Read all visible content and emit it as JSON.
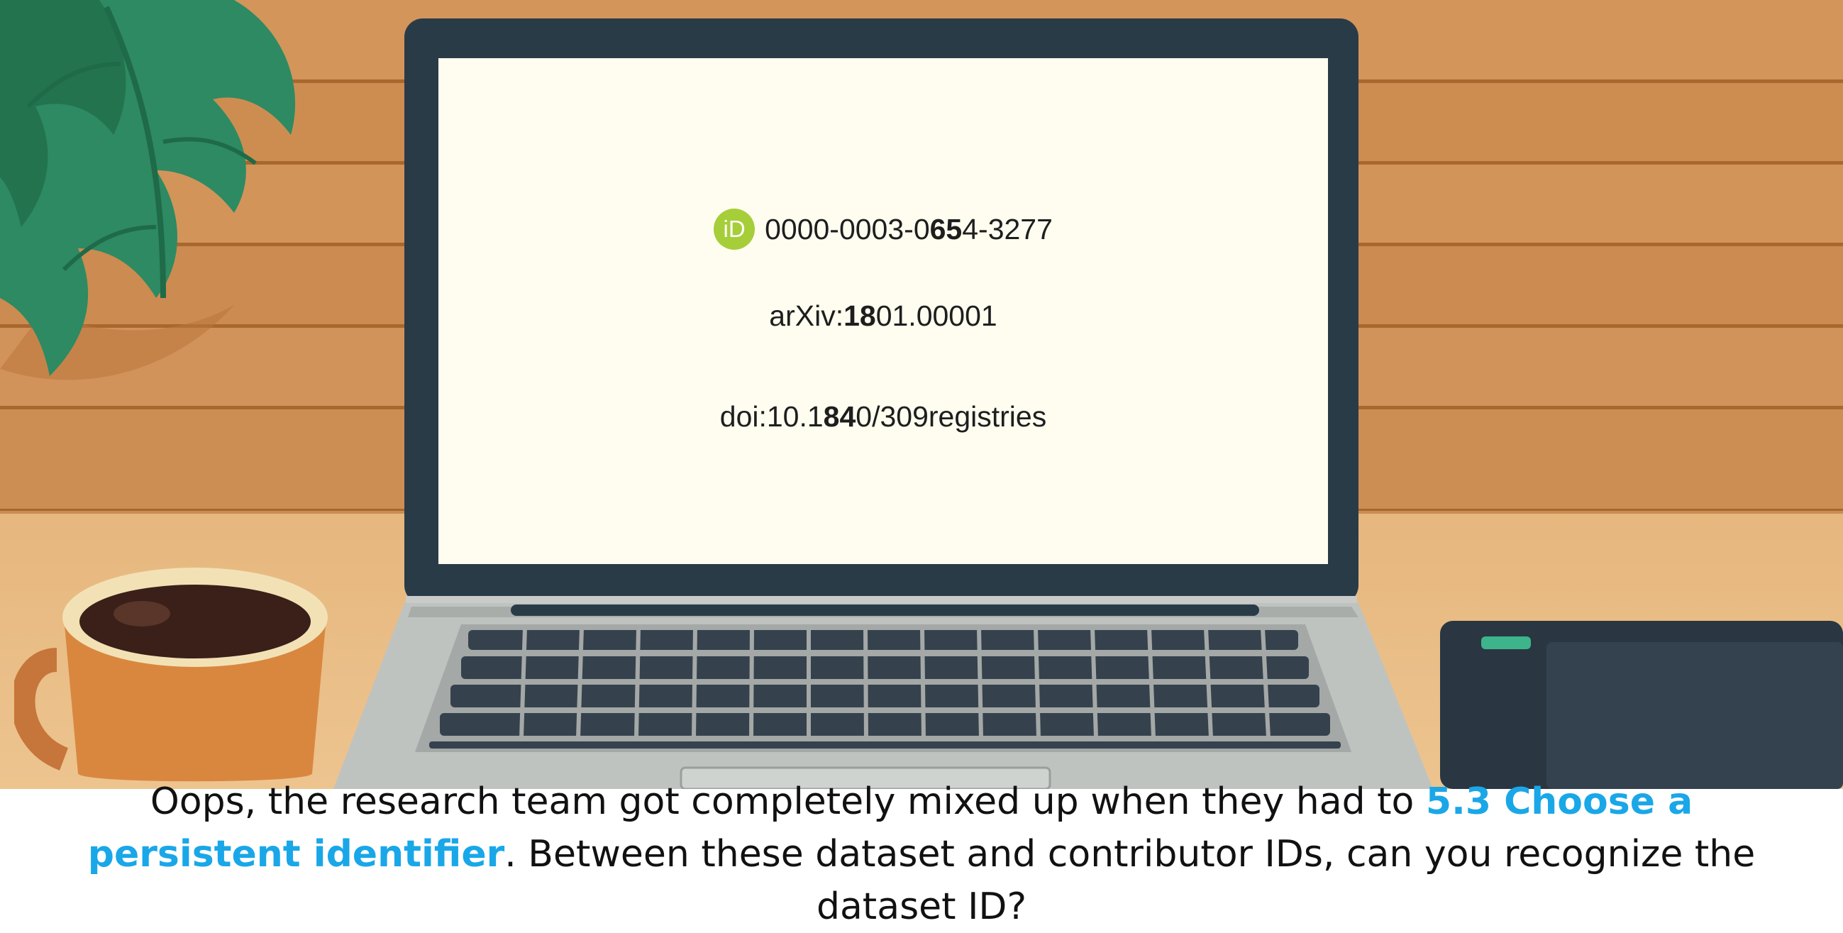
{
  "screen": {
    "orcid": {
      "icon": "orcid-id-icon",
      "icon_text": "iD",
      "prefix": "0000-0003-0",
      "bold": "65",
      "suffix": "4-3277"
    },
    "arxiv": {
      "prefix": "arXiv:",
      "bold": "18",
      "suffix": "01.00001"
    },
    "doi": {
      "prefix": "doi:10.1",
      "bold": "84",
      "suffix": "0/309registries"
    }
  },
  "caption": {
    "before": "Oops, the research team got completely mixed up when they had to ",
    "highlight": "5.3 Choose a persistent identifier",
    "after": ". Between these dataset and contributor IDs, can you recognize the dataset ID?"
  },
  "colors": {
    "highlight": "#1aa7e8",
    "orcid_green": "#a6ce39",
    "screen_bg": "#fefdf0",
    "wall": "#cf8f52"
  }
}
